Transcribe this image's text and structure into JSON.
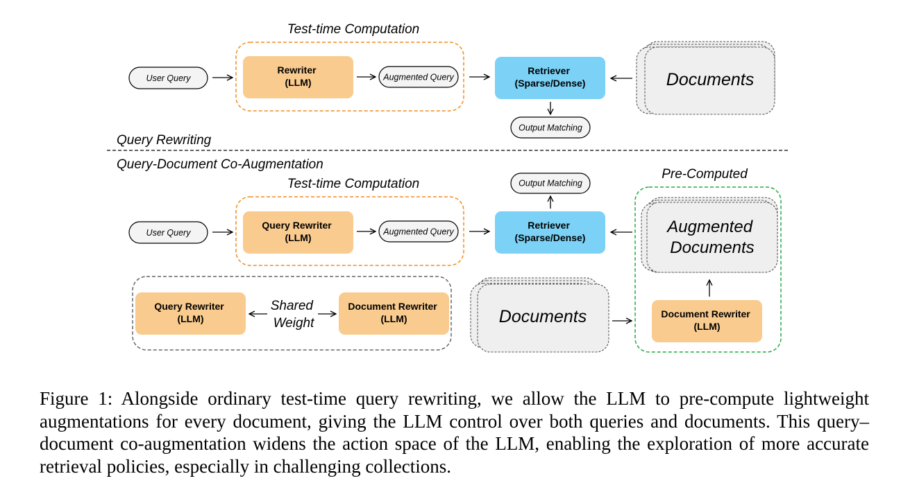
{
  "top": {
    "section_label": "Query Rewriting",
    "test_time_label": "Test-time Computation",
    "user_query": "User Query",
    "rewriter": [
      "Rewriter",
      "(LLM)"
    ],
    "augmented_query": "Augmented Query",
    "retriever": [
      "Retriever",
      "(Sparse/Dense)"
    ],
    "documents": "Documents",
    "output_matching": "Output Matching"
  },
  "bottom": {
    "section_label": "Query-Document Co-Augmentation",
    "test_time_label": "Test-time Computation",
    "pre_computed_label": "Pre-Computed",
    "user_query": "User Query",
    "query_rewriter": [
      "Query Rewriter",
      "(LLM)"
    ],
    "augmented_query": "Augmented Query",
    "retriever": [
      "Retriever",
      "(Sparse/Dense)"
    ],
    "output_matching": "Output Matching",
    "augmented_documents": [
      "Augmented",
      "Documents"
    ],
    "documents": "Documents",
    "document_rewriter": [
      "Document Rewriter",
      "(LLM)"
    ],
    "shared": {
      "query_rewriter": [
        "Query Rewriter",
        "(LLM)"
      ],
      "label": [
        "Shared",
        "Weight"
      ],
      "document_rewriter": [
        "Document Rewriter",
        "(LLM)"
      ]
    }
  },
  "caption": "Figure 1: Alongside ordinary test-time query rewriting, we allow the LLM to pre-compute lightweight augmentations for every document, giving the LLM control over both queries and documents. This query–document co-augmentation widens the action space of the LLM, enabling the exploration of more accurate retrieval policies, especially in challenging collections.",
  "colors": {
    "llm_box": "#f9cb8f",
    "retriever_box": "#7bd1f6",
    "document_fill": "#efefef",
    "orange_dashed": "#f08c1e",
    "green_dashed": "#22aa44",
    "gray_dashed": "#666666"
  }
}
